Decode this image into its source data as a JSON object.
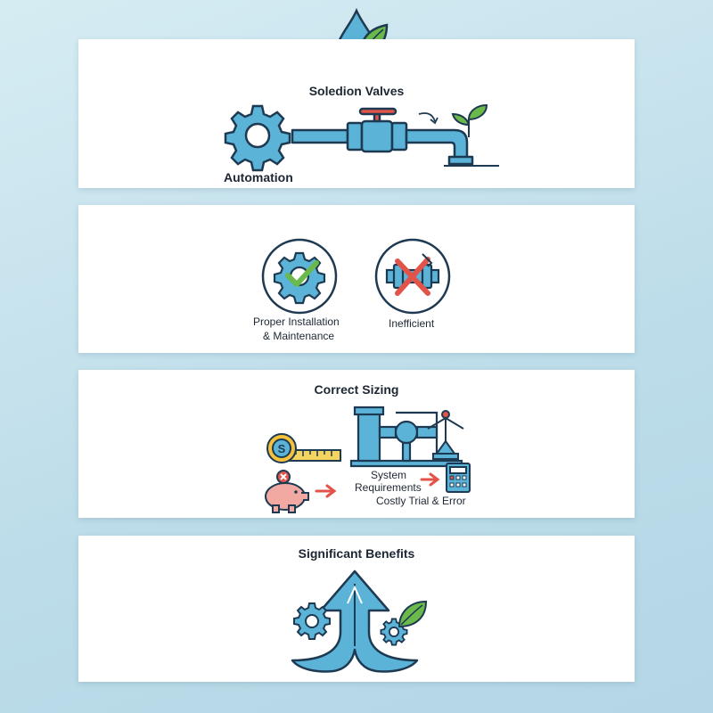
{
  "panels": [
    {
      "title": "Soledion Valves",
      "labels": {
        "automation": "Automation"
      }
    },
    {
      "title": "",
      "labels": {
        "installation_line1": "Proper Installation",
        "installation_line2": "& Maintenance",
        "inefficient": "Inefficient"
      }
    },
    {
      "title": "Correct Sizing",
      "labels": {
        "system_line1": "System",
        "system_line2": "Requirements",
        "trial": "Costly Trial & Error"
      }
    },
    {
      "title": "Significant Benefits",
      "labels": {}
    }
  ],
  "icons": [
    "water-drop-leaf-icon",
    "gear-icon",
    "valve-pipe-icon",
    "sprout-icon",
    "gear-check-icon",
    "broken-pipe-x-icon",
    "coin-tape-icon",
    "piggy-bank-icon",
    "pump-system-icon",
    "balance-scale-icon",
    "calculator-icon",
    "growth-arrow-icon",
    "leaf-icon"
  ],
  "colors": {
    "blue": "#5bb3d8",
    "outline": "#1e3a52",
    "red": "#e2534a",
    "green": "#6cb94b",
    "pink": "#f2a9a2",
    "yellow": "#f4c23a"
  }
}
